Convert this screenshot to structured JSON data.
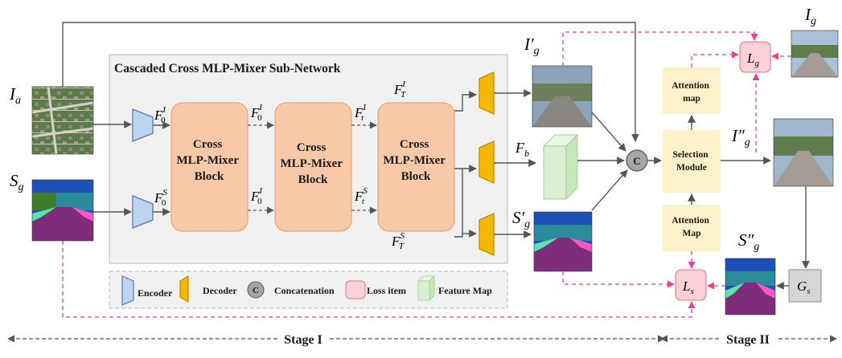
{
  "subnetwork": {
    "title": "Cascaded Cross MLP-Mixer Sub-Network"
  },
  "blocks": [
    {
      "line1": "Cross",
      "line2": "MLP-Mixer",
      "line3": "Block"
    },
    {
      "line1": "Cross",
      "line2": "MLP-Mixer",
      "line3": "Block"
    },
    {
      "line1": "Cross",
      "line2": "MLP-Mixer",
      "line3": "Block"
    }
  ],
  "inputs": {
    "aerial": {
      "sym": "I",
      "sub": "a"
    },
    "semantic": {
      "sym": "S",
      "sub": "g"
    }
  },
  "features": {
    "f0i_in": {
      "sym": "F",
      "sub": "0",
      "sup": "I"
    },
    "f0s_in": {
      "sym": "F",
      "sub": "0",
      "sup": "S"
    },
    "f0i_top": {
      "sym": "F",
      "sub": "0",
      "sup": "I"
    },
    "f0i_bot": {
      "sym": "F",
      "sub": "0",
      "sup": "I"
    },
    "fti": {
      "sym": "F",
      "sub": "t",
      "sup": "I"
    },
    "fts": {
      "sym": "F",
      "sub": "t",
      "sup": "S"
    },
    "fTi": {
      "sym": "F",
      "sub": "T",
      "sup": "I"
    },
    "fTs": {
      "sym": "F",
      "sub": "T",
      "sup": "S"
    },
    "fb": {
      "sym": "F",
      "sub": "b"
    }
  },
  "outputs": {
    "ig_prime": {
      "sym": "I′",
      "sub": "g"
    },
    "sg_prime": {
      "sym": "S′",
      "sub": "g"
    },
    "ig_dprime": {
      "sym": "I″",
      "sub": "g"
    },
    "sg_dprime": {
      "sym": "S″",
      "sub": "g"
    },
    "ig_gt": {
      "sym": "I",
      "sub": "g"
    }
  },
  "modules": {
    "attention_top": {
      "line1": "Attention",
      "line2": "map"
    },
    "attention_bottom": {
      "line1": "Attention",
      "line2": "Map"
    },
    "selection": {
      "line1": "Selection",
      "line2": "Module"
    },
    "concat_symbol": "C"
  },
  "losses": {
    "lg": {
      "sym": "L",
      "sub": "g"
    },
    "ls": {
      "sym": "L",
      "sub": "s"
    },
    "gs": {
      "sym": "G",
      "sub": "s"
    }
  },
  "legend": {
    "encoder": "Encoder",
    "decoder": "Decoder",
    "concat_symbol": "C",
    "concatenation": "Concatenation",
    "loss_item": "Loss item",
    "feature_map": "Feature Map"
  },
  "stages": {
    "stage1": "Stage I",
    "stage2": "Stage II"
  },
  "colors": {
    "block_fill": "#f8c9a8",
    "block_stroke": "#e9a37d",
    "encoder_fill": "#bdd5ee",
    "encoder_stroke": "#4f7bb4",
    "decoder_fill": "#f5b800",
    "decoder_stroke": "#c08c00",
    "module_fill": "#fdf1c9",
    "loss_fill": "#fbd0d7",
    "loss_stroke": "#e07a8b",
    "feature_fill": "#d9f0d3",
    "feature_stroke": "#a5cf98",
    "concat_fill": "#a6a6a6",
    "dashed_pink": "#ee3c93",
    "subnetwork_fill": "#f0f0f0",
    "gs_fill": "#d6d6d6"
  }
}
